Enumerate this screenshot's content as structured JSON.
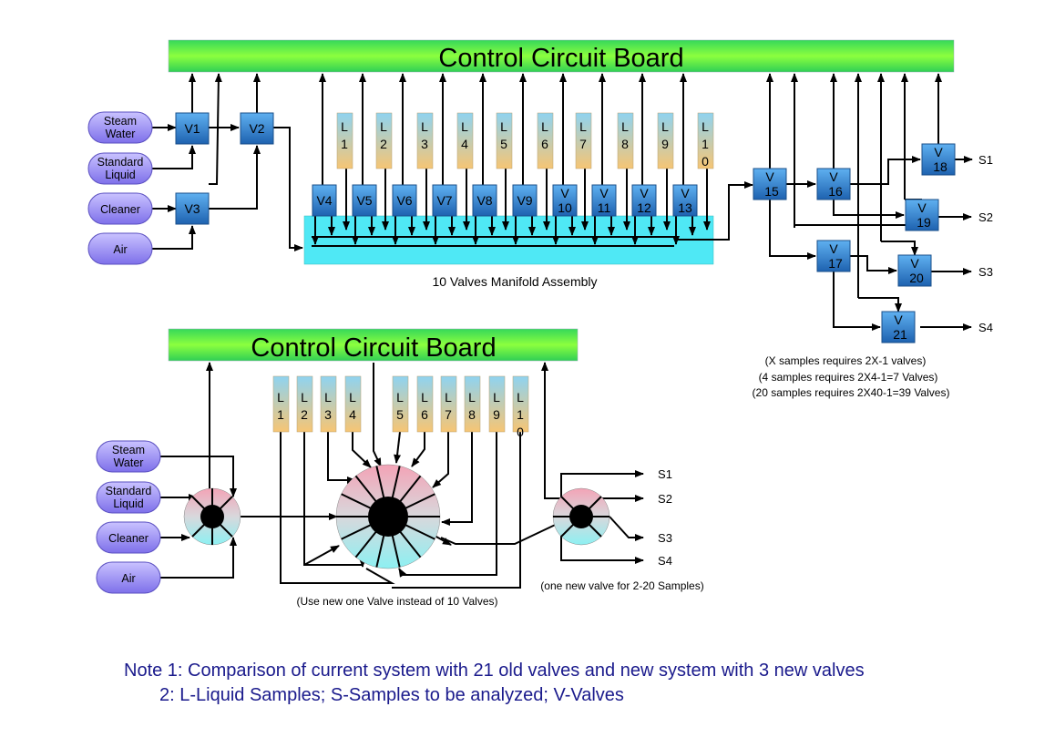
{
  "boards": {
    "top": "Control Circuit Board",
    "bottom": "Control Circuit Board"
  },
  "sources": {
    "top": [
      "Steam Water",
      "Standard Liquid",
      "Cleaner",
      "Air"
    ],
    "bottom": [
      "Steam Water",
      "Standard Liquid",
      "Cleaner",
      "Air"
    ]
  },
  "valves": {
    "v1": "V1",
    "v2": "V2",
    "v3": "V3",
    "manifold": [
      "V4",
      "V5",
      "V6",
      "V7",
      "V8",
      "V9",
      "V10",
      "V11",
      "V12",
      "V13"
    ],
    "v15": "V15",
    "v16": "V16",
    "v17": "V17",
    "v18": "V18",
    "v19": "V19",
    "v20": "V20",
    "v21": "V21"
  },
  "liquids": {
    "top": [
      "L1",
      "L2",
      "L3",
      "L4",
      "L5",
      "L6",
      "L7",
      "L8",
      "L9",
      "L10"
    ],
    "bottom": [
      "L1",
      "L2",
      "L3",
      "L4",
      "L5",
      "L6",
      "L7",
      "L8",
      "L9",
      "L10"
    ]
  },
  "outputs": {
    "top": [
      "S1",
      "S2",
      "S3",
      "S4"
    ],
    "bottom": [
      "S1",
      "S2",
      "S3",
      "S4"
    ]
  },
  "captions": {
    "manifold": "10 Valves Manifold Assembly",
    "samples": [
      "(X samples requires 2X-1 valves)",
      "(4 samples requires 2X4-1=7 Valves)",
      "(20 samples requires 2X40-1=39 Valves)"
    ],
    "big_valve": "(Use new one Valve instead of 10 Valves)",
    "small_valve": "(one new valve for 2-20 Samples)"
  },
  "notes": {
    "line1": "Note 1: Comparison of current system with 21 old valves and new system with 3 new valves",
    "line2": "2: L-Liquid Samples; S-Samples to be analyzed; V-Valves"
  },
  "colors": {
    "board_gradient": [
      "#2ecc40",
      "#7fff3a",
      "#2ecc40"
    ],
    "valve_blue": "#2f7fd0",
    "manifold_cyan": "#4fe8f5",
    "source_purple": "#8f85f0",
    "liquid_gradient": [
      "#8fd0ee",
      "#f5c878"
    ],
    "note_text": "#1a1a8c",
    "rotor_top": "#f0a8b8",
    "rotor_bottom": "#90eef0"
  }
}
